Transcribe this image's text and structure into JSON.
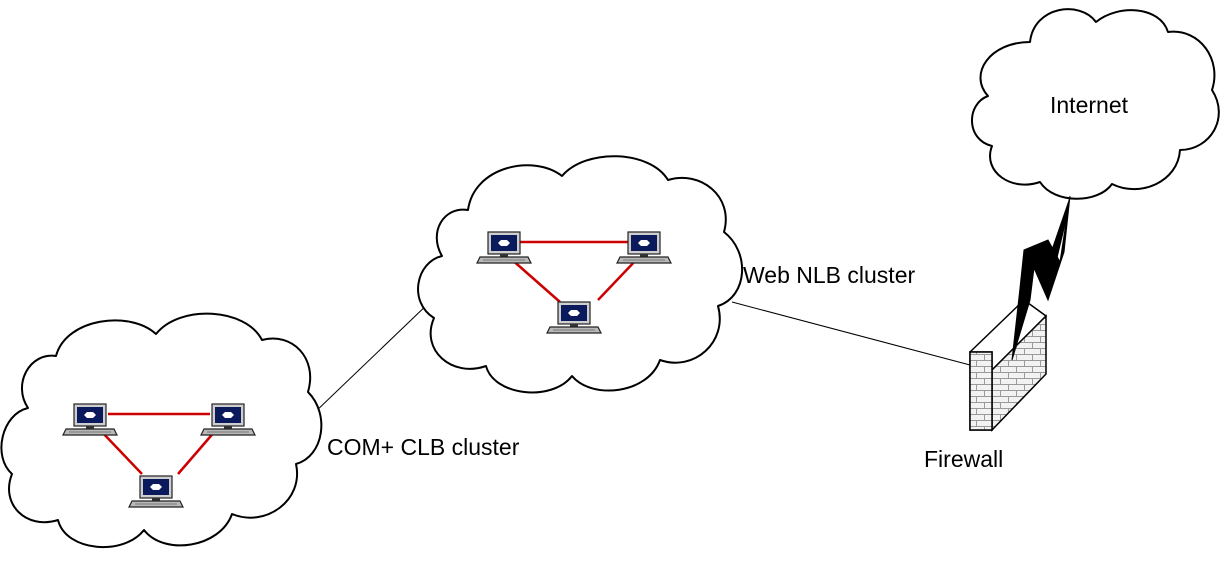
{
  "labels": {
    "internet": "Internet",
    "web_cluster": "Web NLB cluster",
    "com_cluster": "COM+ CLB cluster",
    "firewall": "Firewall"
  },
  "colors": {
    "cluster_link": "#cc0000",
    "connection": "#000000",
    "cloud_outline": "#000000",
    "screen": "#0a1a5c"
  },
  "clusters": [
    {
      "name": "web-nlb-cluster",
      "node_count": 3,
      "label_key": "web_cluster"
    },
    {
      "name": "com-clb-cluster",
      "node_count": 3,
      "label_key": "com_cluster"
    }
  ],
  "icons": [
    "cloud-icon",
    "computer-icon",
    "firewall-icon",
    "lightning-bolt-icon"
  ]
}
